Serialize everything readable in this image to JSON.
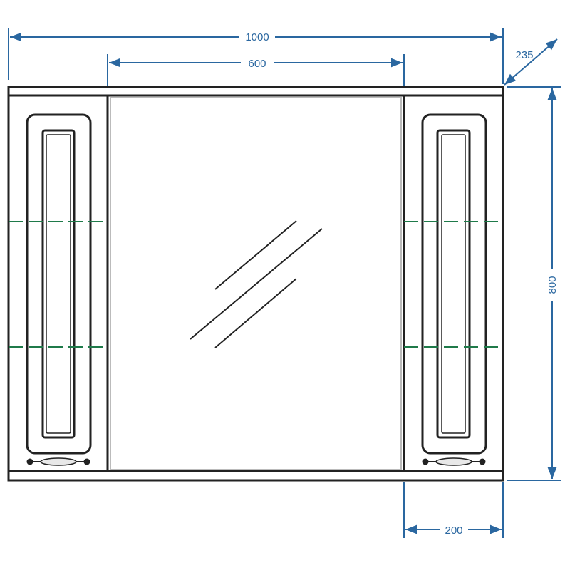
{
  "dimensions": {
    "total_width": "1000",
    "mirror_width": "600",
    "depth": "235",
    "height": "800",
    "side_cabinet_width": "200"
  },
  "colors": {
    "dimension": "#2a67a0",
    "shelf_lines": "#1f7a4a",
    "outline": "#222222"
  }
}
